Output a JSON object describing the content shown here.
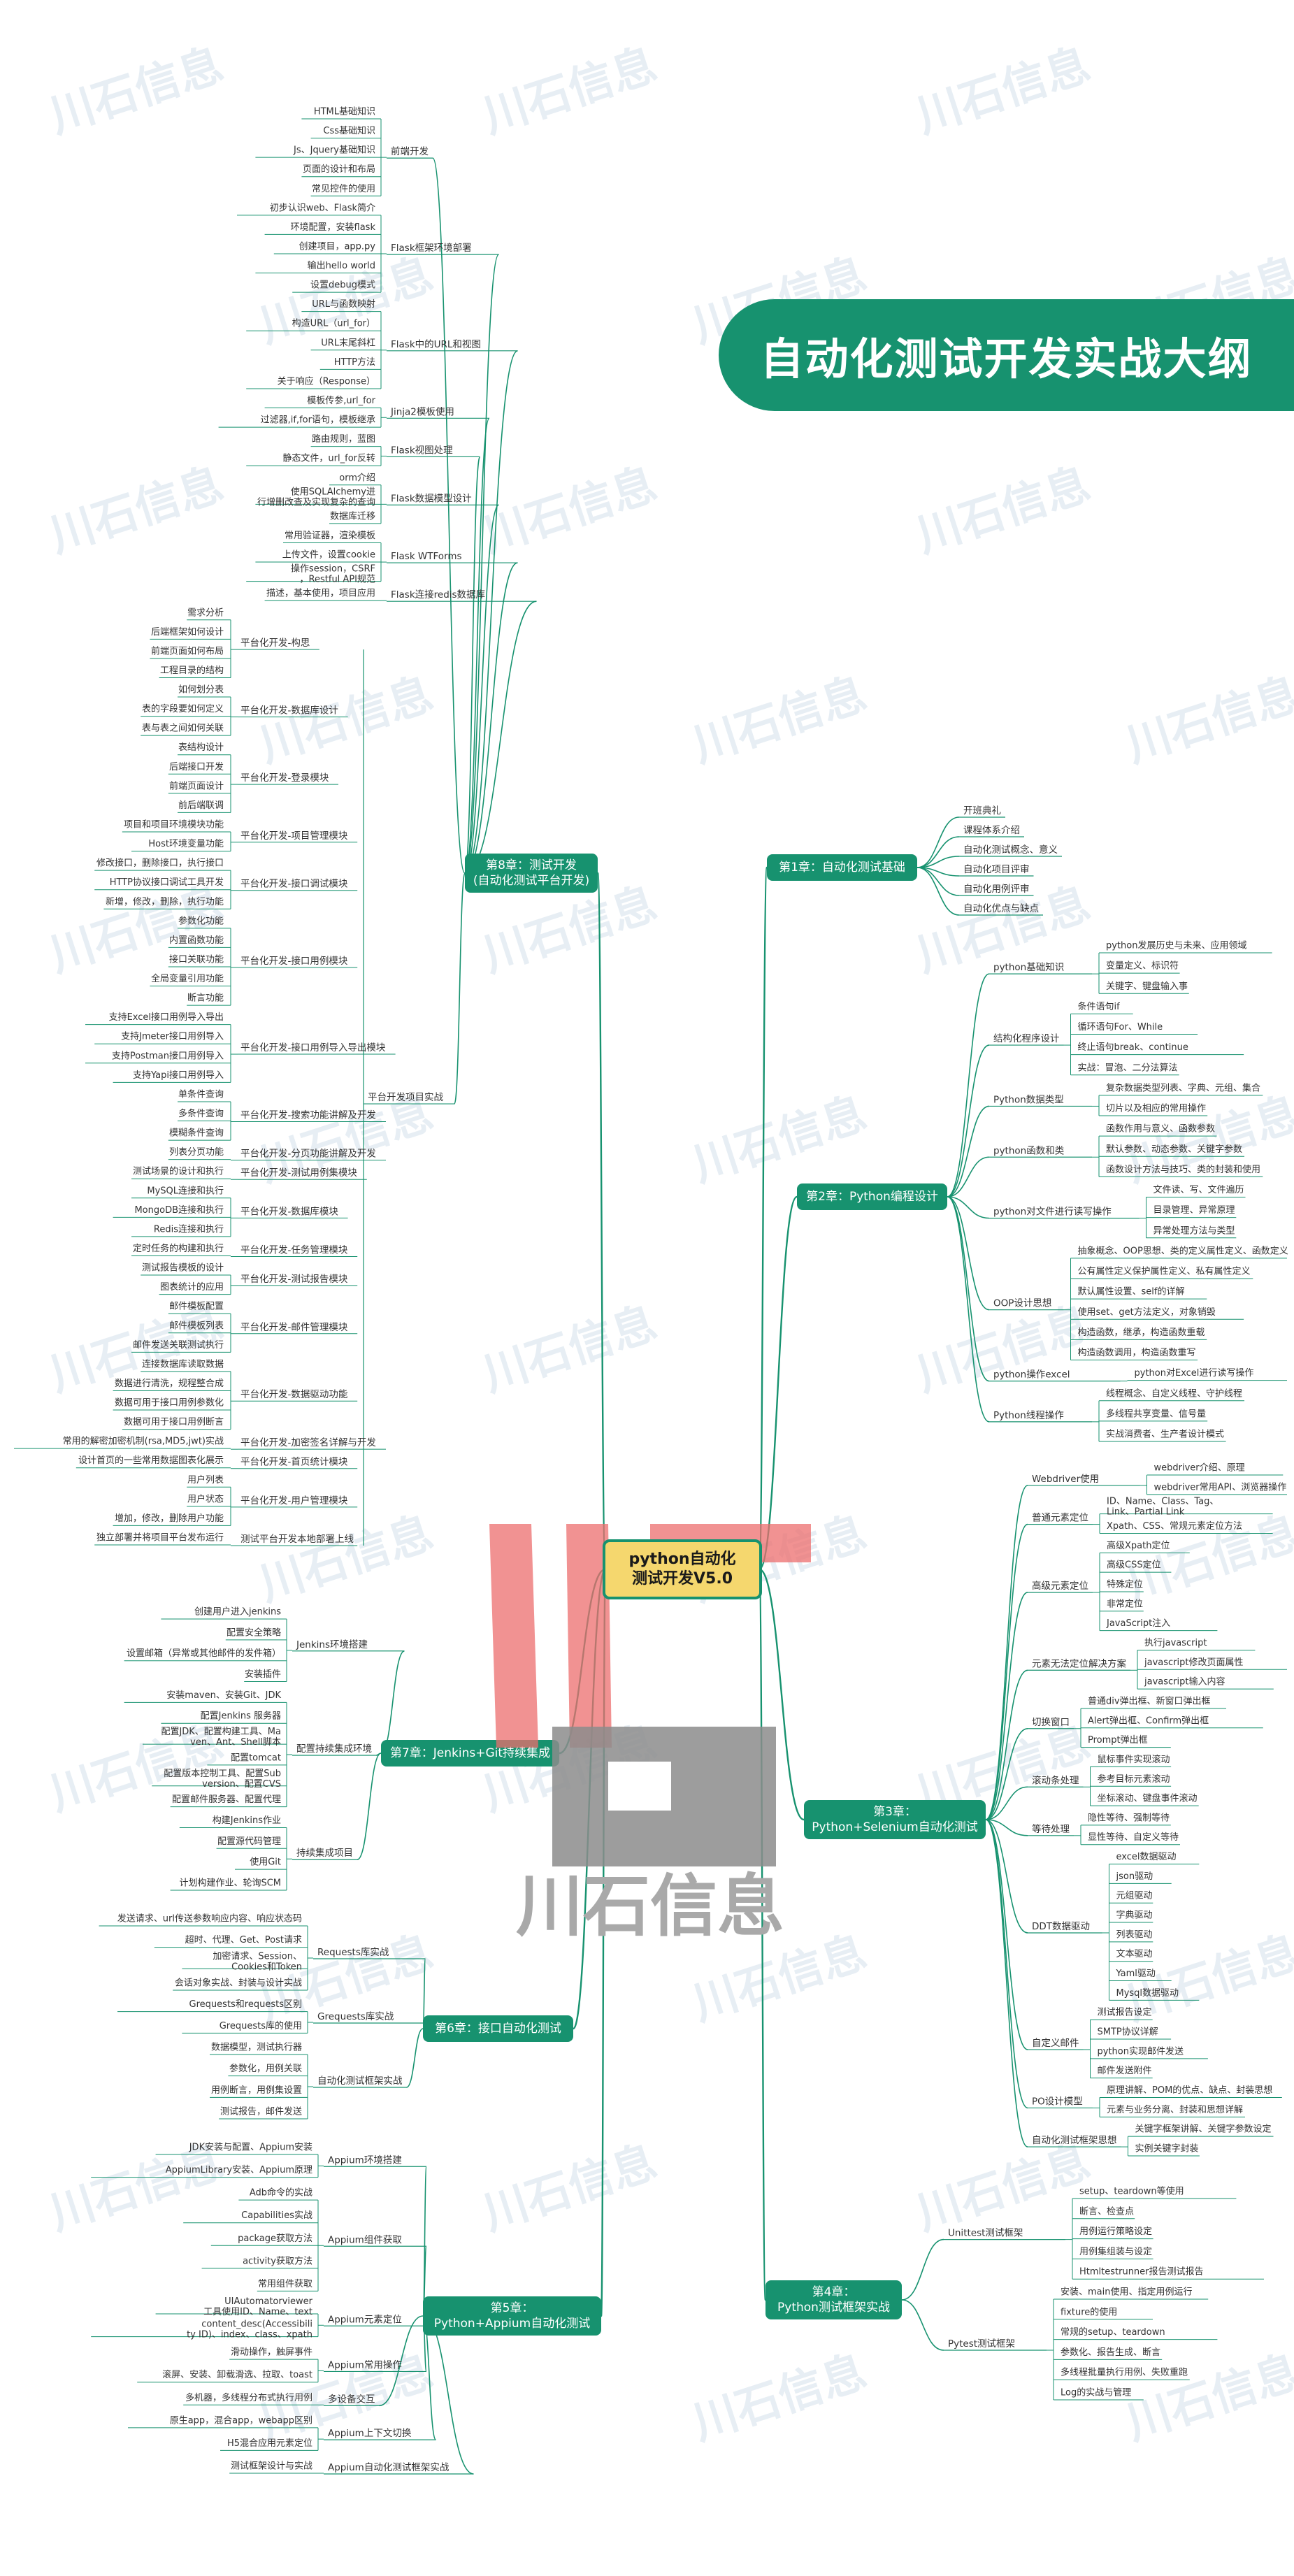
{
  "title": "自动化测试开发实战大纲",
  "center": {
    "line1": "python自动化",
    "line2": "测试开发V5.0"
  },
  "watermark": "川石信息",
  "logo_text": "川石信息",
  "colors": {
    "accent": "#17926f",
    "center_fill": "#f5d76e",
    "line": "#17926f",
    "logo_red": "#ec6d6d",
    "logo_gray": "#8c8c8c"
  },
  "chapters": [
    {
      "id": "ch8",
      "side": "left",
      "lines": [
        "第8章：测试开发",
        "(自动化测试平台开发)"
      ],
      "subs": [
        {
          "label": "前端开发",
          "leaves": [
            "HTML基础知识",
            "Css基础知识",
            "Js、Jquery基础知识",
            "页面的设计和布局",
            "常见控件的使用"
          ]
        },
        {
          "label": "Flask框架环境部署",
          "leaves": [
            "初步认识web、Flask简介",
            "环境配置，安装flask",
            "创建项目，app.py",
            "输出hello world",
            "设置debug模式"
          ]
        },
        {
          "label": "Flask中的URL和视图",
          "leaves": [
            "URL与函数映射",
            "构造URL（url_for）",
            "URL末尾斜杠",
            "HTTP方法",
            "关于响应（Response）"
          ]
        },
        {
          "label": "Jinja2模板使用",
          "leaves": [
            "模板传参,url_for",
            "过滤器,if,for语句，模板继承"
          ]
        },
        {
          "label": "Flask视图处理",
          "leaves": [
            "路由规则，蓝图",
            "静态文件，url_for反转"
          ]
        },
        {
          "label": "Flask数据模型设计",
          "leaves": [
            "orm介绍",
            "使用SQLAlchemy进行增删改查及实现复杂的查询",
            "数据库迁移"
          ]
        },
        {
          "label": "Flask WTForms",
          "leaves": [
            "常用验证器，渲染模板",
            "上传文件，设置cookie",
            "操作session，CSRF，Restful API规范"
          ]
        },
        {
          "label": "Flask连接redis数据库",
          "leaves": [
            "描述，基本使用，项目应用"
          ]
        },
        {
          "label": "平台开发项目实战",
          "leaves": [],
          "groups": [
            {
              "label": "平台化开发-构思",
              "leaves": [
                "需求分析",
                "后端框架如何设计",
                "前端页面如何布局",
                "工程目录的结构"
              ]
            },
            {
              "label": "平台化开发-数据库设计",
              "leaves": [
                "如何划分表",
                "表的字段要如何定义",
                "表与表之间如何关联"
              ]
            },
            {
              "label": "平台化开发-登录模块",
              "leaves": [
                "表结构设计",
                "后端接口开发",
                "前端页面设计",
                "前后端联调"
              ]
            },
            {
              "label": "平台化开发-项目管理模块",
              "leaves": [
                "项目和项目环境模块功能",
                "Host环境变量功能"
              ]
            },
            {
              "label": "平台化开发-接口调试模块",
              "leaves": [
                "修改接口，删除接口，执行接口",
                "HTTP协议接口调试工具开发",
                "新增，修改，删除，执行功能"
              ]
            },
            {
              "label": "平台化开发-接口用例模块",
              "leaves": [
                "参数化功能",
                "内置函数功能",
                "接口关联功能",
                "全局变量引用功能",
                "断言功能"
              ]
            },
            {
              "label": "平台化开发-接口用例导入导出模块",
              "leaves": [
                "支持Excel接口用例导入导出",
                "支持Jmeter接口用例导入",
                "支持Postman接口用例导入",
                "支持Yapi接口用例导入"
              ]
            },
            {
              "label": "平台化开发-搜索功能讲解及开发",
              "leaves": [
                "单条件查询",
                "多条件查询",
                "模糊条件查询"
              ]
            },
            {
              "label": "平台化开发-分页功能讲解及开发",
              "leaves": [
                "列表分页功能"
              ]
            },
            {
              "label": "平台化开发-测试用例集模块",
              "leaves": [
                "测试场景的设计和执行"
              ]
            },
            {
              "label": "平台化开发-数据库模块",
              "leaves": [
                "MySQL连接和执行",
                "MongoDB连接和执行",
                "Redis连接和执行"
              ]
            },
            {
              "label": "平台化开发-任务管理模块",
              "leaves": [
                "定时任务的构建和执行"
              ]
            },
            {
              "label": "平台化开发-测试报告模块",
              "leaves": [
                "测试报告模板的设计",
                "图表统计的应用"
              ]
            },
            {
              "label": "平台化开发-邮件管理模块",
              "leaves": [
                "邮件模板配置",
                "邮件模板列表",
                "邮件发送关联测试执行"
              ]
            },
            {
              "label": "平台化开发-数据驱动功能",
              "leaves": [
                "连接数据库读取数据",
                "数据进行清洗，规程整合成",
                "数据可用于接口用例参数化",
                "数据可用于接口用例断言"
              ]
            },
            {
              "label": "平台化开发-加密签名详解与开发",
              "leaves": [
                "常用的解密加密机制(rsa,MD5,jwt)实战"
              ]
            },
            {
              "label": "平台化开发-首页统计模块",
              "leaves": [
                "设计首页的一些常用数据图表化展示"
              ]
            },
            {
              "label": "平台化开发-用户管理模块",
              "leaves": [
                "用户列表",
                "用户状态",
                "增加，修改，删除用户功能"
              ]
            },
            {
              "label": "测试平台开发本地部署上线",
              "leaves": [
                "独立部署并将项目平台发布运行"
              ]
            }
          ]
        }
      ]
    },
    {
      "id": "ch7",
      "side": "left",
      "lines": [
        "第7章：Jenkins+Git持续集成"
      ],
      "subs": [
        {
          "label": "Jenkins环境搭建",
          "leaves": [
            "创建用户进入jenkins",
            "配置安全策略",
            "设置邮箱（异常或其他邮件的发件箱）",
            "安装插件"
          ]
        },
        {
          "label": "配置持续集成环境",
          "leaves": [
            "安装maven、安装Git、JDK",
            "配置Jenkins 服务器",
            "配置JDK、配置构建工具、Maven、Ant、Shell脚本",
            "配置tomcat",
            "配置版本控制工具、配置Subversion、配置CVS",
            "配置邮件服务器、配置代理"
          ]
        },
        {
          "label": "持续集成项目",
          "leaves": [
            "构建Jenkins作业",
            "配置源代码管理",
            "使用Git",
            "计划构建作业、轮询SCM"
          ]
        }
      ]
    },
    {
      "id": "ch6",
      "side": "left",
      "lines": [
        "第6章：接口自动化测试"
      ],
      "subs": [
        {
          "label": "Requests库实战",
          "leaves": [
            "发送请求、url传送参数响应内容、响应状态码",
            "超时、代理、Get、Post请求",
            "加密请求、Session、Cookies和Token",
            "会话对象实战、封装与设计实战"
          ]
        },
        {
          "label": "Grequests库实战",
          "leaves": [
            "Grequests和requests区别",
            "Grequests库的使用"
          ]
        },
        {
          "label": "自动化测试框架实战",
          "leaves": [
            "数据模型，测试执行器",
            "参数化，用例关联",
            "用例断言，用例集设置",
            "测试报告，邮件发送"
          ]
        }
      ]
    },
    {
      "id": "ch5",
      "side": "left",
      "lines": [
        "第5章：",
        "Python+Appium自动化测试"
      ],
      "subs": [
        {
          "label": "Appium环境搭建",
          "leaves": [
            "JDK安装与配置、Appium安装",
            "AppiumLibrary安装、Appium原理"
          ]
        },
        {
          "label": "Appium组件获取",
          "leaves": [
            "Adb命令的实战",
            "Capabilities实战",
            "package获取方法",
            "activity获取方法",
            "常用组件获取"
          ]
        },
        {
          "label": "Appium元素定位",
          "leaves": [
            "UIAutomatorviewer工具使用ID、Name、text",
            "content_desc(Accessibility ID)、index、class、xpath"
          ]
        },
        {
          "label": "Appium常用操作",
          "leaves": [
            "滑动操作，触屏事件",
            "滚屏、安装、卸载滑选、拉取、toast"
          ]
        },
        {
          "label": "多设备交互",
          "leaves": [
            "多机器，多线程分布式执行用例"
          ]
        },
        {
          "label": "Appium上下文切换",
          "leaves": [
            "原生app，混合app，webapp区别",
            "H5混合应用元素定位"
          ]
        },
        {
          "label": "Appium自动化测试框架实战",
          "leaves": [
            "测试框架设计与实战"
          ]
        }
      ]
    },
    {
      "id": "ch1",
      "side": "right",
      "lines": [
        "第1章：自动化测试基础"
      ],
      "subs": [
        {
          "label": "开班典礼",
          "leaves": []
        },
        {
          "label": "课程体系介绍",
          "leaves": []
        },
        {
          "label": "自动化测试概念、意义",
          "leaves": []
        },
        {
          "label": "自动化项目评审",
          "leaves": []
        },
        {
          "label": "自动化用例评审",
          "leaves": []
        },
        {
          "label": "自动化优点与缺点",
          "leaves": []
        }
      ]
    },
    {
      "id": "ch2",
      "side": "right",
      "lines": [
        "第2章：Python编程设计"
      ],
      "subs": [
        {
          "label": "python基础知识",
          "leaves": [
            "python发展历史与未来、应用领域",
            "变量定义、标识符",
            "关键字、键盘输入事"
          ]
        },
        {
          "label": "结构化程序设计",
          "leaves": [
            "条件语句if",
            "循环语句For、While",
            "终止语句break、continue",
            "实战：冒泡、二分法算法"
          ]
        },
        {
          "label": "Python数据类型",
          "leaves": [
            "复杂数据类型列表、字典、元组、集合",
            "切片以及相应的常用操作"
          ]
        },
        {
          "label": "python函数和类",
          "leaves": [
            "函数作用与意义、函数参数",
            "默认参数、动态参数、关键字参数",
            "函数设计方法与技巧、类的封装和使用"
          ]
        },
        {
          "label": "python对文件进行读写操作",
          "leaves": [
            "文件读、写、文件遍历",
            "目录管理、异常原理",
            "异常处理方法与类型"
          ]
        },
        {
          "label": "OOP设计思想",
          "leaves": [
            "抽象概念、OOP思想、类的定义属性定义、函数定义",
            "公有属性定义保护属性定义、私有属性定义",
            "默认属性设置、self的详解",
            "使用set、get方法定义，对象销毁",
            "构造函数，继承，构造函数重载",
            "构造函数调用，构造函数重写"
          ]
        },
        {
          "label": "python操作excel",
          "leaves": [
            "python对Excel进行读写操作"
          ]
        },
        {
          "label": "Python线程操作",
          "leaves": [
            "线程概念、自定义线程、守护线程",
            "多线程共享变量、信号量",
            "实战消费者、生产者设计模式"
          ]
        }
      ]
    },
    {
      "id": "ch3",
      "side": "right",
      "lines": [
        "第3章：",
        "Python+Selenium自动化测试"
      ],
      "subs": [
        {
          "label": "Webdriver使用",
          "leaves": [
            "webdriver介绍、原理",
            "webdriver常用API、浏览器操作"
          ]
        },
        {
          "label": "普通元素定位",
          "leaves": [
            "ID、Name、Class、Tag、Link、Partial Link",
            "Xpath、CSS、常规元素定位方法"
          ]
        },
        {
          "label": "高级元素定位",
          "leaves": [
            "高级Xpath定位",
            "高级CSS定位",
            "特殊定位",
            "非常定位",
            "JavaScript注入"
          ]
        },
        {
          "label": "元素无法定位解决方案",
          "leaves": [
            "执行javascript",
            "javascript修改页面属性",
            "javascript输入内容"
          ]
        },
        {
          "label": "切换窗口",
          "leaves": [
            "普通div弹出框、新窗口弹出框",
            "Alert弹出框、Confirm弹出框",
            "Prompt弹出框"
          ]
        },
        {
          "label": "滚动条处理",
          "leaves": [
            "鼠标事件实现滚动",
            "参考目标元素滚动",
            "坐标滚动、键盘事件滚动"
          ]
        },
        {
          "label": "等待处理",
          "leaves": [
            "隐性等待、强制等待",
            "显性等待、自定义等待"
          ]
        },
        {
          "label": "DDT数据驱动",
          "leaves": [
            "excel数据驱动",
            "json驱动",
            "元组驱动",
            "字典驱动",
            "列表驱动",
            "文本驱动",
            "Yaml驱动",
            "Mysql数据驱动"
          ]
        },
        {
          "label": "自定义邮件",
          "leaves": [
            "测试报告设定",
            "SMTP协议详解",
            "python实现邮件发送",
            "邮件发送附件"
          ]
        },
        {
          "label": "PO设计模型",
          "leaves": [
            "原理讲解、POM的优点、缺点、封装思想",
            "元素与业务分离、封装和思想详解"
          ]
        },
        {
          "label": "自动化测试框架思想",
          "leaves": [
            "关键字框架讲解、关键字参数设定",
            "实例关键字封装"
          ]
        }
      ]
    },
    {
      "id": "ch4",
      "side": "right",
      "lines": [
        "第4章：",
        "Python测试框架实战"
      ],
      "subs": [
        {
          "label": "Unittest测试框架",
          "leaves": [
            "setup、teardown等使用",
            "断言、检查点",
            "用例运行策略设定",
            "用例集组装与设定",
            "Htmltestrunner报告测试报告"
          ]
        },
        {
          "label": "Pytest测试框架",
          "leaves": [
            "安装、main使用、指定用例运行",
            "fixture的使用",
            "常规的setup、teardown",
            "参数化、报告生成、断言",
            "多线程批量执行用例、失败重跑",
            "Log的实战与管理"
          ]
        }
      ]
    }
  ]
}
